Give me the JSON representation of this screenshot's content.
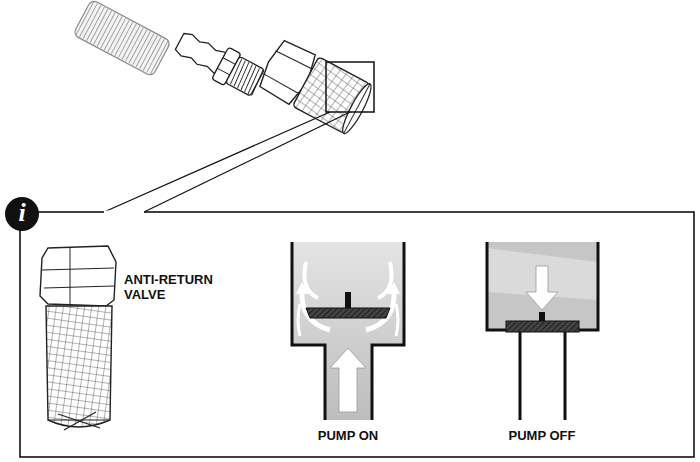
{
  "diagram": {
    "labels": [
      "i",
      "ANTI-RETURN VALVE",
      "PUMP ON",
      "PUMP OFF"
    ]
  }
}
